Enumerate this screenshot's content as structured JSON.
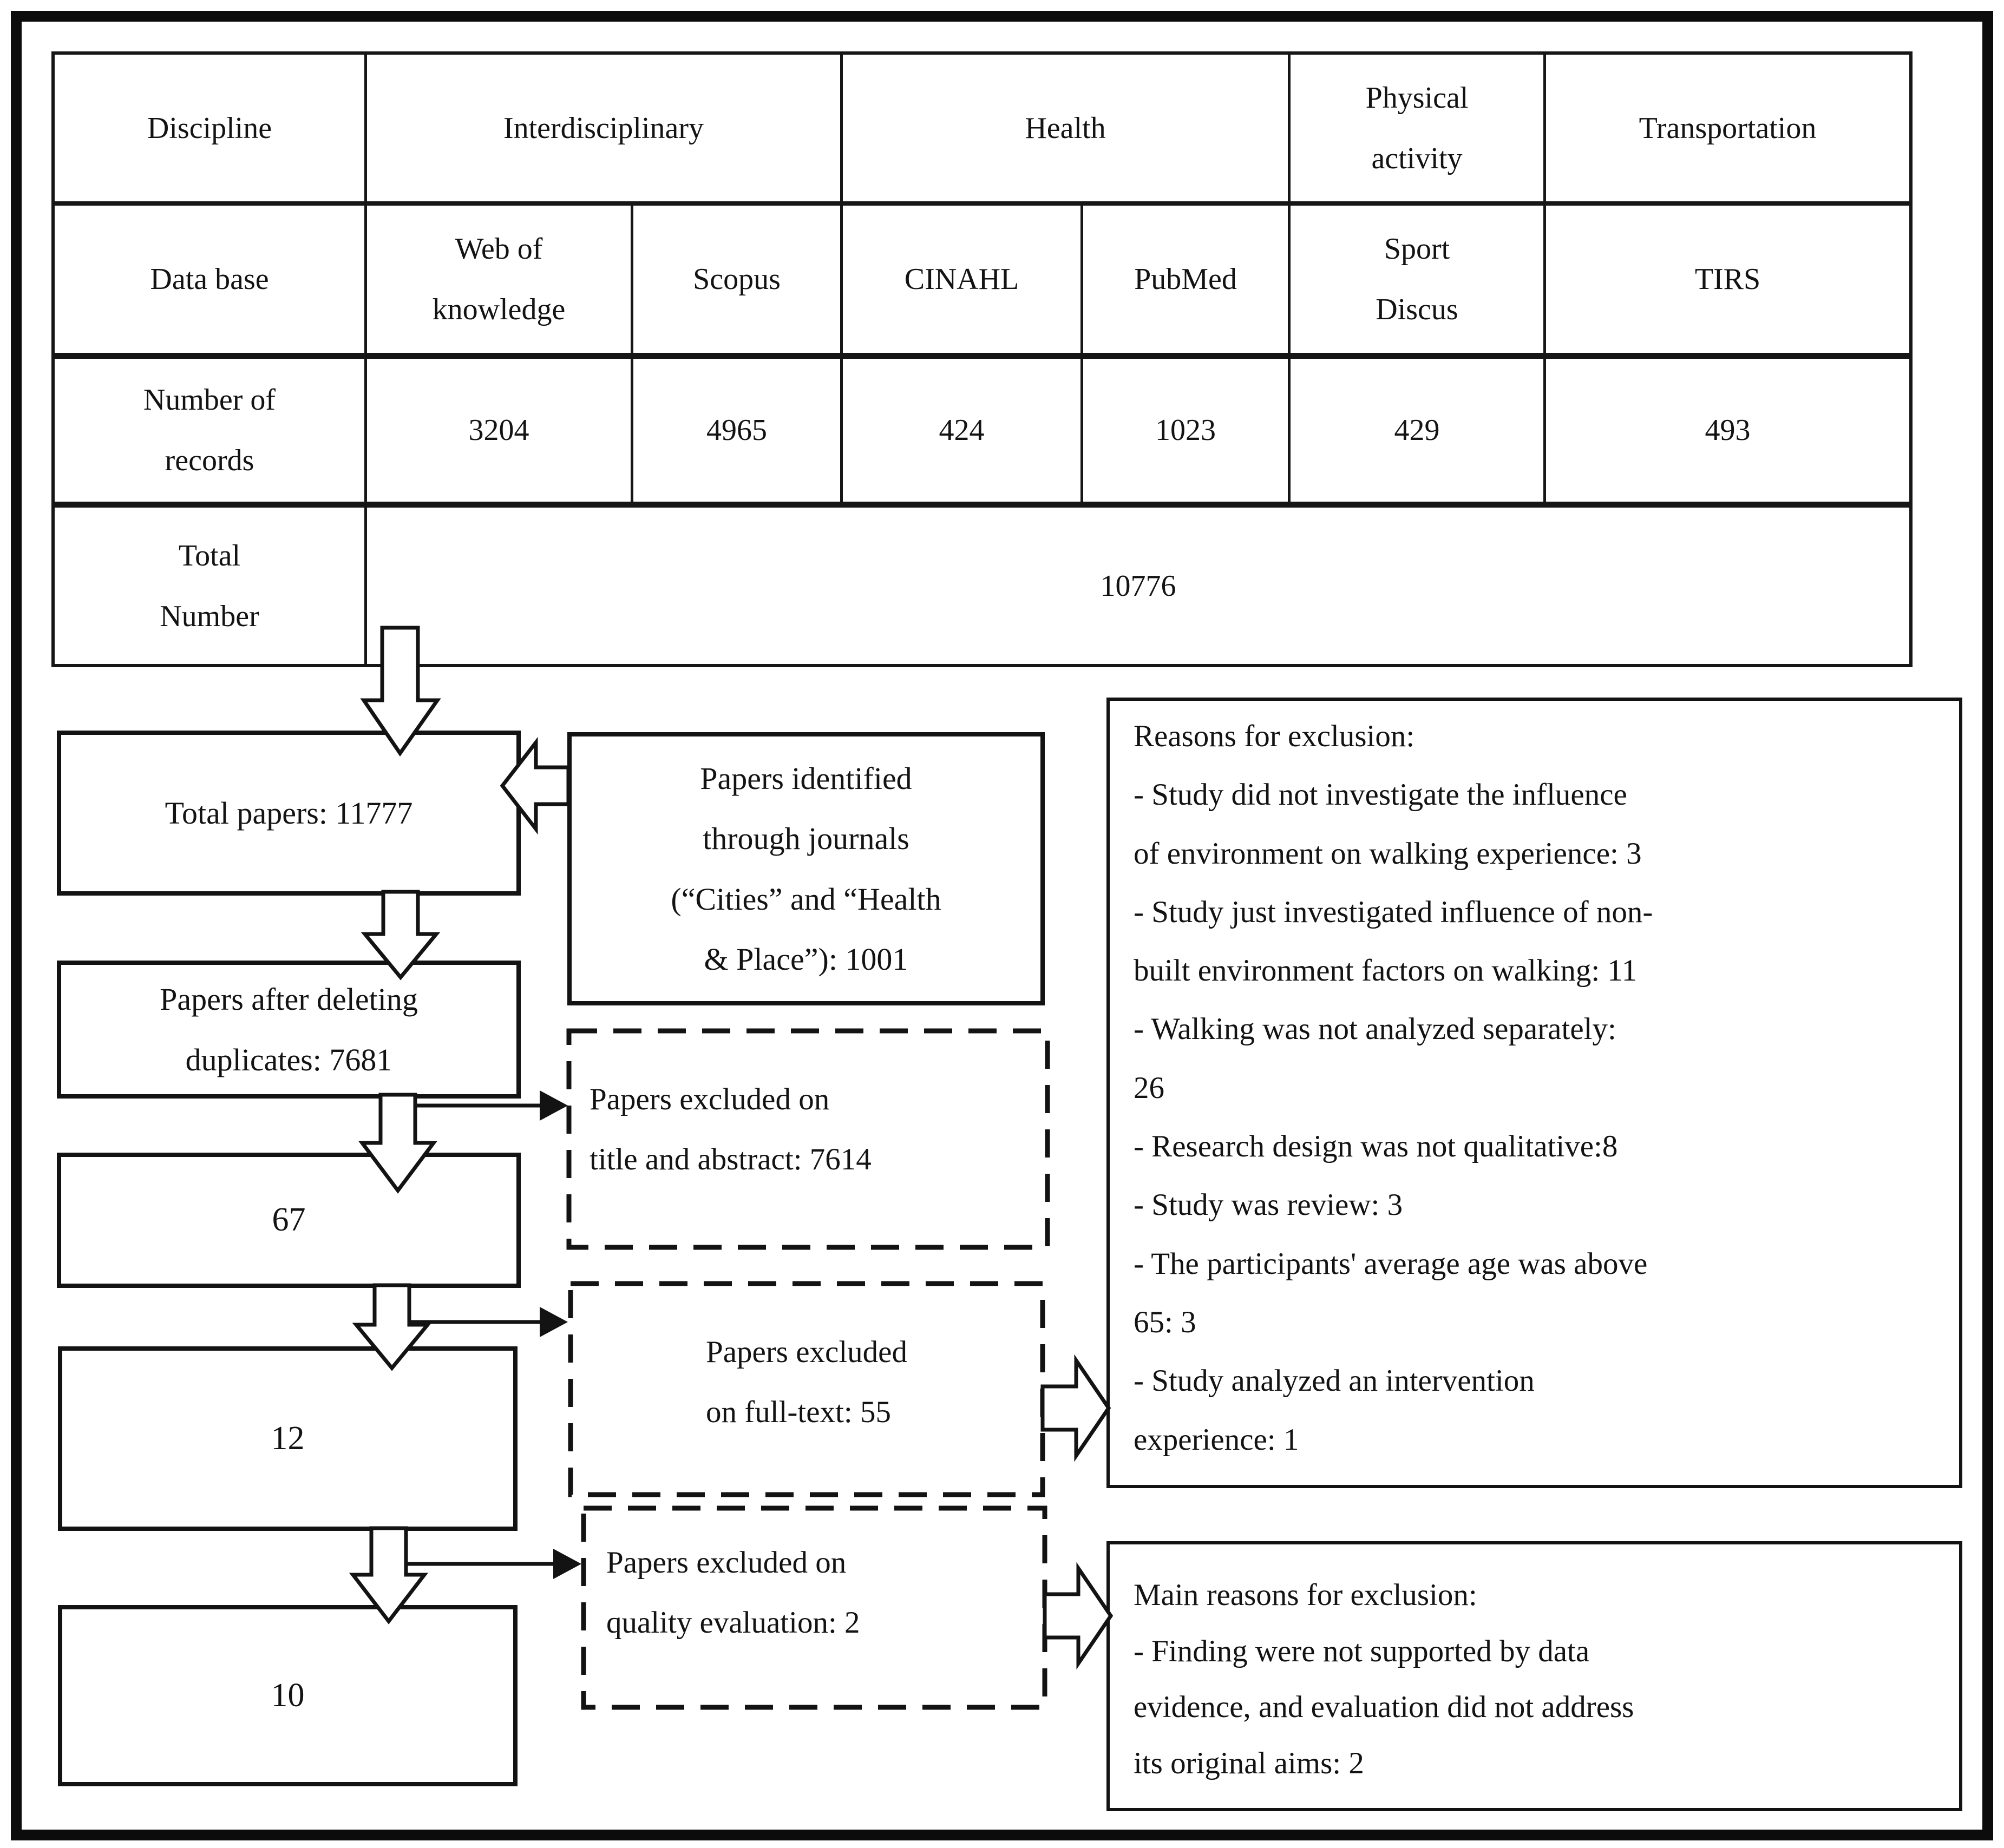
{
  "colors": {
    "ink": "#131313",
    "background": "#ffffff"
  },
  "table": {
    "discipline_label": "Discipline",
    "disciplines": [
      "Interdisciplinary",
      "Health",
      "Physical\nactivity",
      "Transportation"
    ],
    "database_label": "Data base",
    "databases": [
      "Web of\nknowledge",
      "Scopus",
      "CINAHL",
      "PubMed",
      "Sport\nDiscus",
      "TIRS"
    ],
    "records_label": "Number of\nrecords",
    "records": [
      "3204",
      "4965",
      "424",
      "1023",
      "429",
      "493"
    ],
    "total_label": "Total\nNumber",
    "total_value": "10776"
  },
  "flow": {
    "total_papers": "Total papers: 11777",
    "journals": "Papers identified\nthrough journals\n(“Cities” and “Health\n& Place”): 1001",
    "after_duplicates": "Papers after deleting\nduplicates: 7681",
    "after_title_screen": "67",
    "after_fulltext_screen": "12",
    "included": "10",
    "excluded_title_abstract": "Papers excluded on\ntitle and abstract: 7614",
    "excluded_fulltext": "Papers excluded\non full-text: 55",
    "excluded_quality": "Papers excluded on\nquality evaluation: 2",
    "reasons": "Reasons for exclusion:\n- Study did not investigate the influence\nof environment on walking experience: 3\n- Study just investigated influence of non-\nbuilt environment factors on walking: 11\n- Walking was not analyzed separately:\n26\n- Research design was not qualitative:8\n- Study was review: 3\n- The participants' average age was above\n65: 3\n- Study analyzed an intervention\nexperience: 1",
    "main_reasons": "Main reasons for exclusion:\n- Finding were not supported by data\nevidence, and evaluation did not address\nits original aims: 2"
  }
}
